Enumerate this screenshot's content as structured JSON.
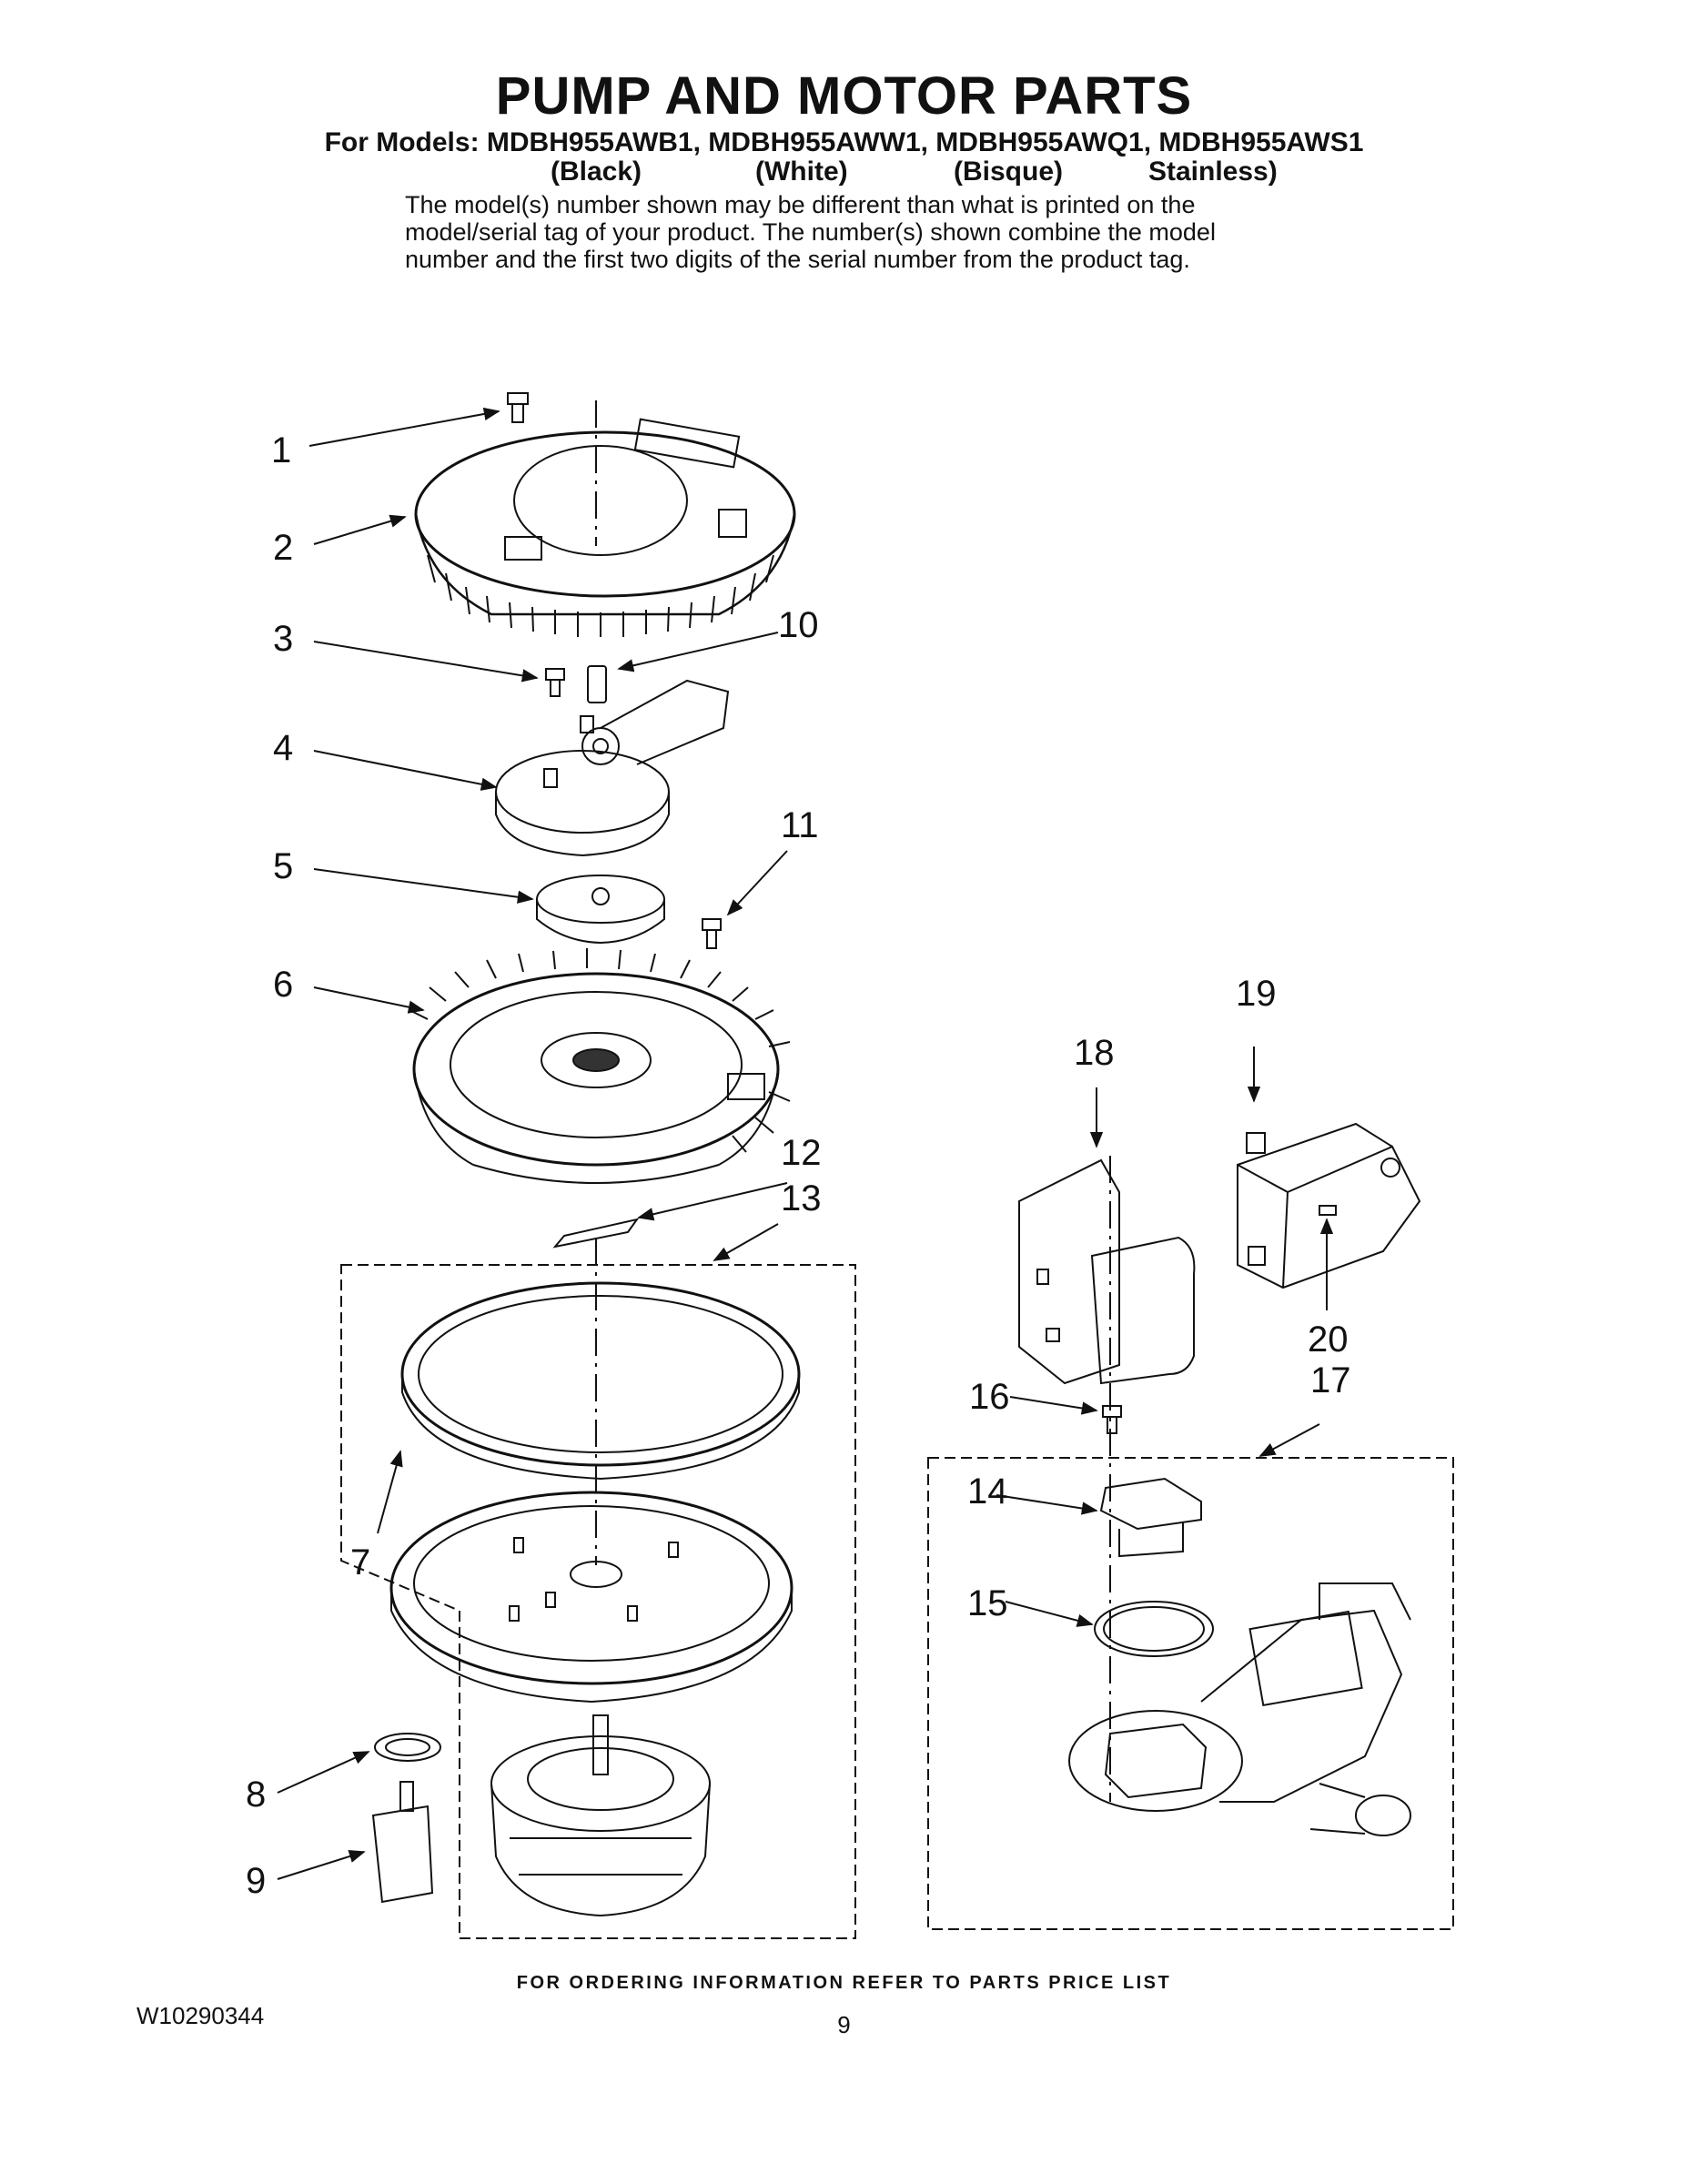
{
  "header": {
    "title": "PUMP AND MOTOR PARTS",
    "models_line": "For Models: MDBH955AWB1, MDBH955AWW1, MDBH955AWQ1, MDBH955AWS1",
    "variants": [
      "(Black)",
      "(White)",
      "(Bisque)",
      "Stainless)"
    ],
    "note_lines": [
      "The model(s) number shown may be different than what is printed on the",
      "model/serial tag of your product. The number(s) shown combine the model",
      "number and the first two digits of the serial number from the product tag."
    ]
  },
  "callouts": [
    "1",
    "2",
    "3",
    "4",
    "5",
    "6",
    "7",
    "8",
    "9",
    "10",
    "11",
    "12",
    "13",
    "14",
    "15",
    "16",
    "17",
    "18",
    "19",
    "20"
  ],
  "footer": {
    "ordering_info": "FOR ORDERING INFORMATION REFER TO PARTS PRICE LIST",
    "doc_number": "W10290344",
    "page_number": "9"
  }
}
